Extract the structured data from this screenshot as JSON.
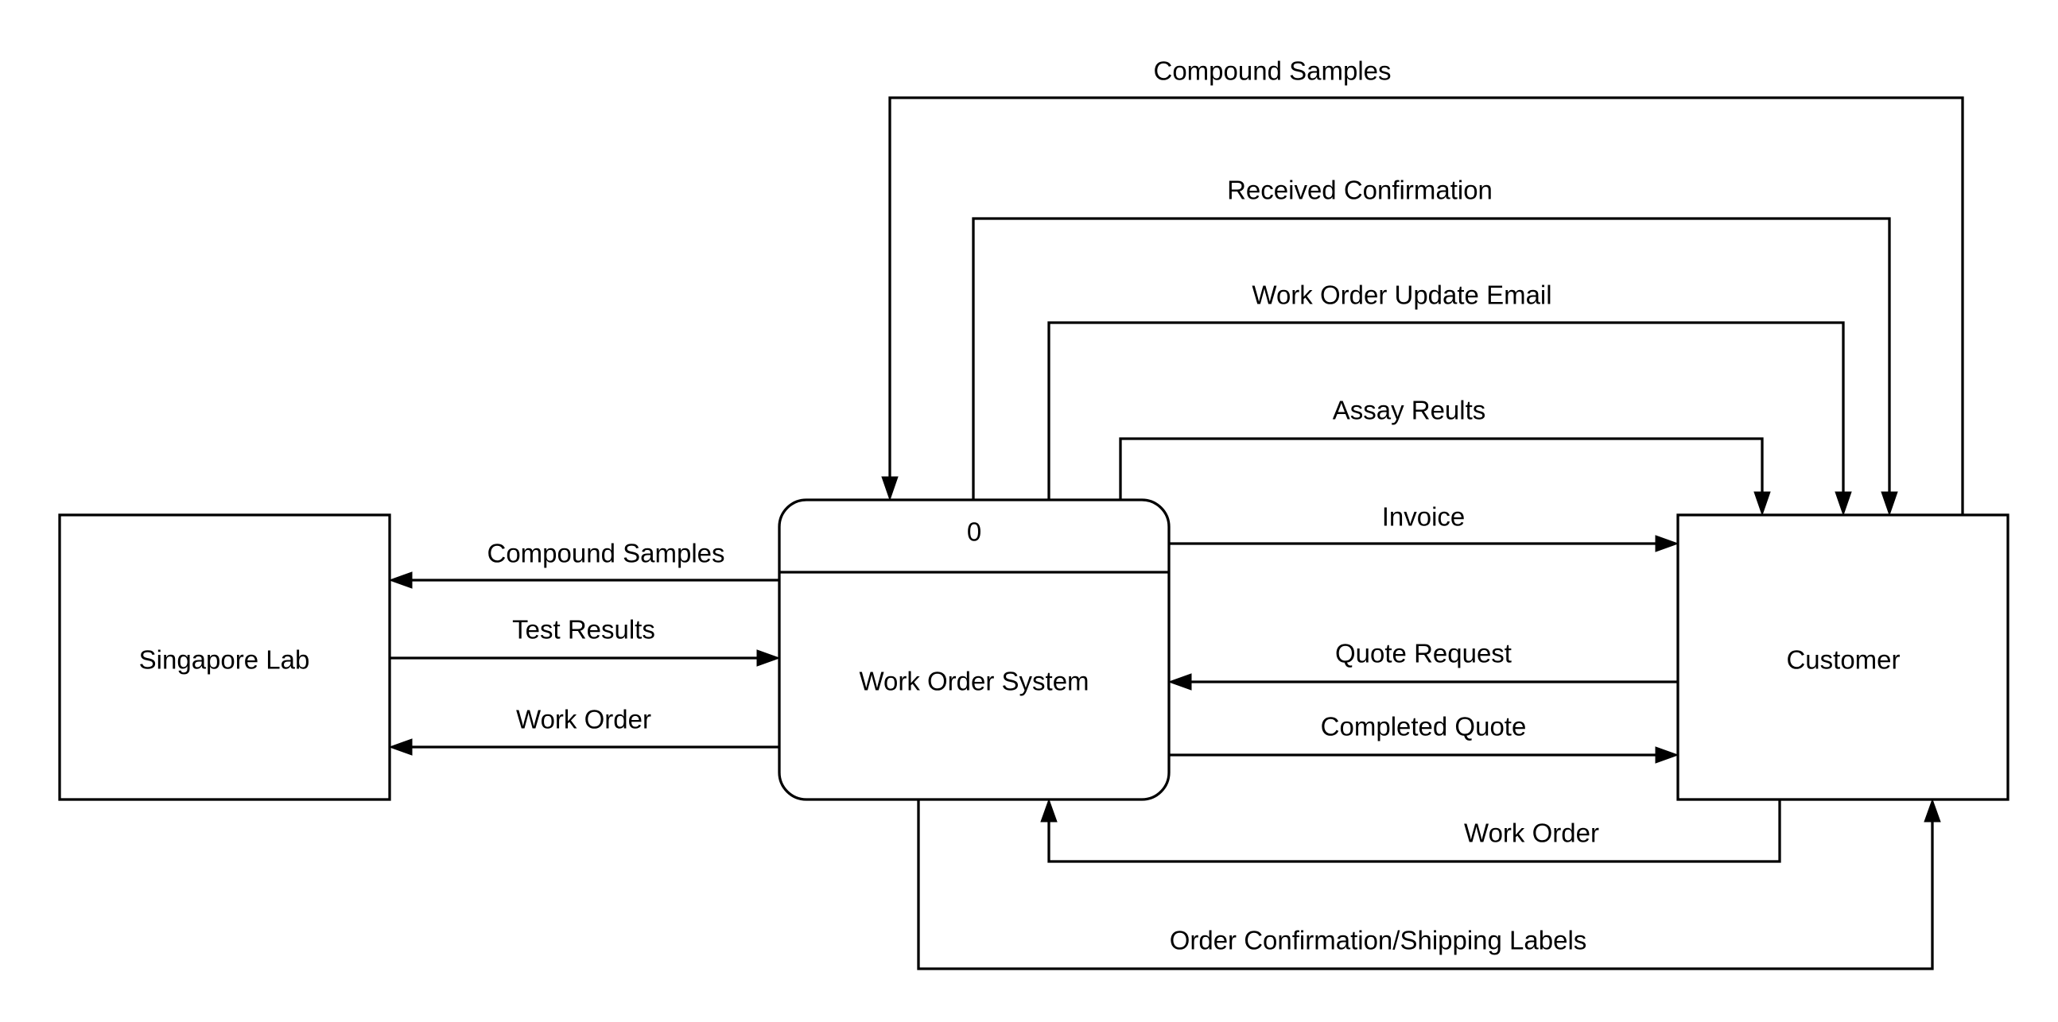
{
  "entities": {
    "singapore_lab": "Singapore Lab",
    "customer": "Customer"
  },
  "process": {
    "number": "0",
    "name": "Work Order System"
  },
  "flows": {
    "compound_samples_top": "Compound Samples",
    "received_confirmation": "Received Confirmation",
    "work_order_update_email": "Work Order Update Email",
    "assay_results": "Assay Reults",
    "invoice": "Invoice",
    "quote_request": "Quote Request",
    "completed_quote": "Completed Quote",
    "work_order_from_customer": "Work Order",
    "order_confirmation_shipping": "Order Confirmation/Shipping Labels",
    "compound_samples_to_lab": "Compound Samples",
    "test_results": "Test Results",
    "work_order_to_lab": "Work Order"
  }
}
